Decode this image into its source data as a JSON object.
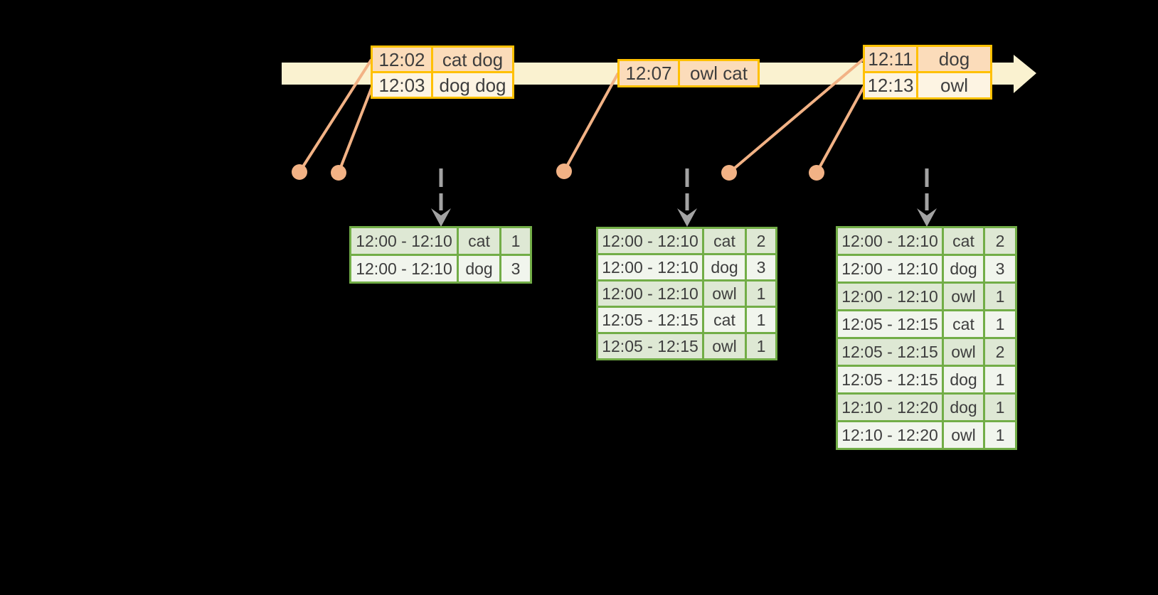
{
  "colors": {
    "background": "#000000",
    "timeline_band": "#FAF2D0",
    "event_table_border": "#FFC000",
    "event_row_dark": "#FBDCBA",
    "event_row_light": "#FDF4E3",
    "event_marker_orange": "#F2B285",
    "flow_arrow_gray": "#A3A3A3",
    "result_table_border": "#72AD47",
    "result_row_dark": "#DEE8D4",
    "result_row_light": "#F1F5ED",
    "text": "#3E3E3E"
  },
  "shapes": {
    "timeline_arrow_icon": "right-pointing pale yellow band arrow",
    "event_dot_icon": "orange circle marker",
    "flow_arrow_icon": "gray dashed downward arrow with chevron head"
  },
  "event_tables": [
    {
      "rows": [
        {
          "time": "12:02",
          "words": "cat dog"
        },
        {
          "time": "12:03",
          "words": "dog dog"
        }
      ]
    },
    {
      "rows": [
        {
          "time": "12:07",
          "words": "owl cat"
        }
      ]
    },
    {
      "rows": [
        {
          "time": "12:11",
          "words": "dog"
        },
        {
          "time": "12:13",
          "words": "owl"
        }
      ]
    }
  ],
  "result_tables": [
    {
      "rows": [
        {
          "window": "12:00 - 12:10",
          "word": "cat",
          "count": "1"
        },
        {
          "window": "12:00 - 12:10",
          "word": "dog",
          "count": "3"
        }
      ]
    },
    {
      "rows": [
        {
          "window": "12:00 - 12:10",
          "word": "cat",
          "count": "2"
        },
        {
          "window": "12:00 - 12:10",
          "word": "dog",
          "count": "3"
        },
        {
          "window": "12:00 - 12:10",
          "word": "owl",
          "count": "1"
        },
        {
          "window": "12:05 - 12:15",
          "word": "cat",
          "count": "1"
        },
        {
          "window": "12:05 - 12:15",
          "word": "owl",
          "count": "1"
        }
      ]
    },
    {
      "rows": [
        {
          "window": "12:00 - 12:10",
          "word": "cat",
          "count": "2"
        },
        {
          "window": "12:00 - 12:10",
          "word": "dog",
          "count": "3"
        },
        {
          "window": "12:00 - 12:10",
          "word": "owl",
          "count": "1"
        },
        {
          "window": "12:05 - 12:15",
          "word": "cat",
          "count": "1"
        },
        {
          "window": "12:05 - 12:15",
          "word": "owl",
          "count": "2"
        },
        {
          "window": "12:05 - 12:15",
          "word": "dog",
          "count": "1"
        },
        {
          "window": "12:10 - 12:20",
          "word": "dog",
          "count": "1"
        },
        {
          "window": "12:10 - 12:20",
          "word": "owl",
          "count": "1"
        }
      ]
    }
  ]
}
